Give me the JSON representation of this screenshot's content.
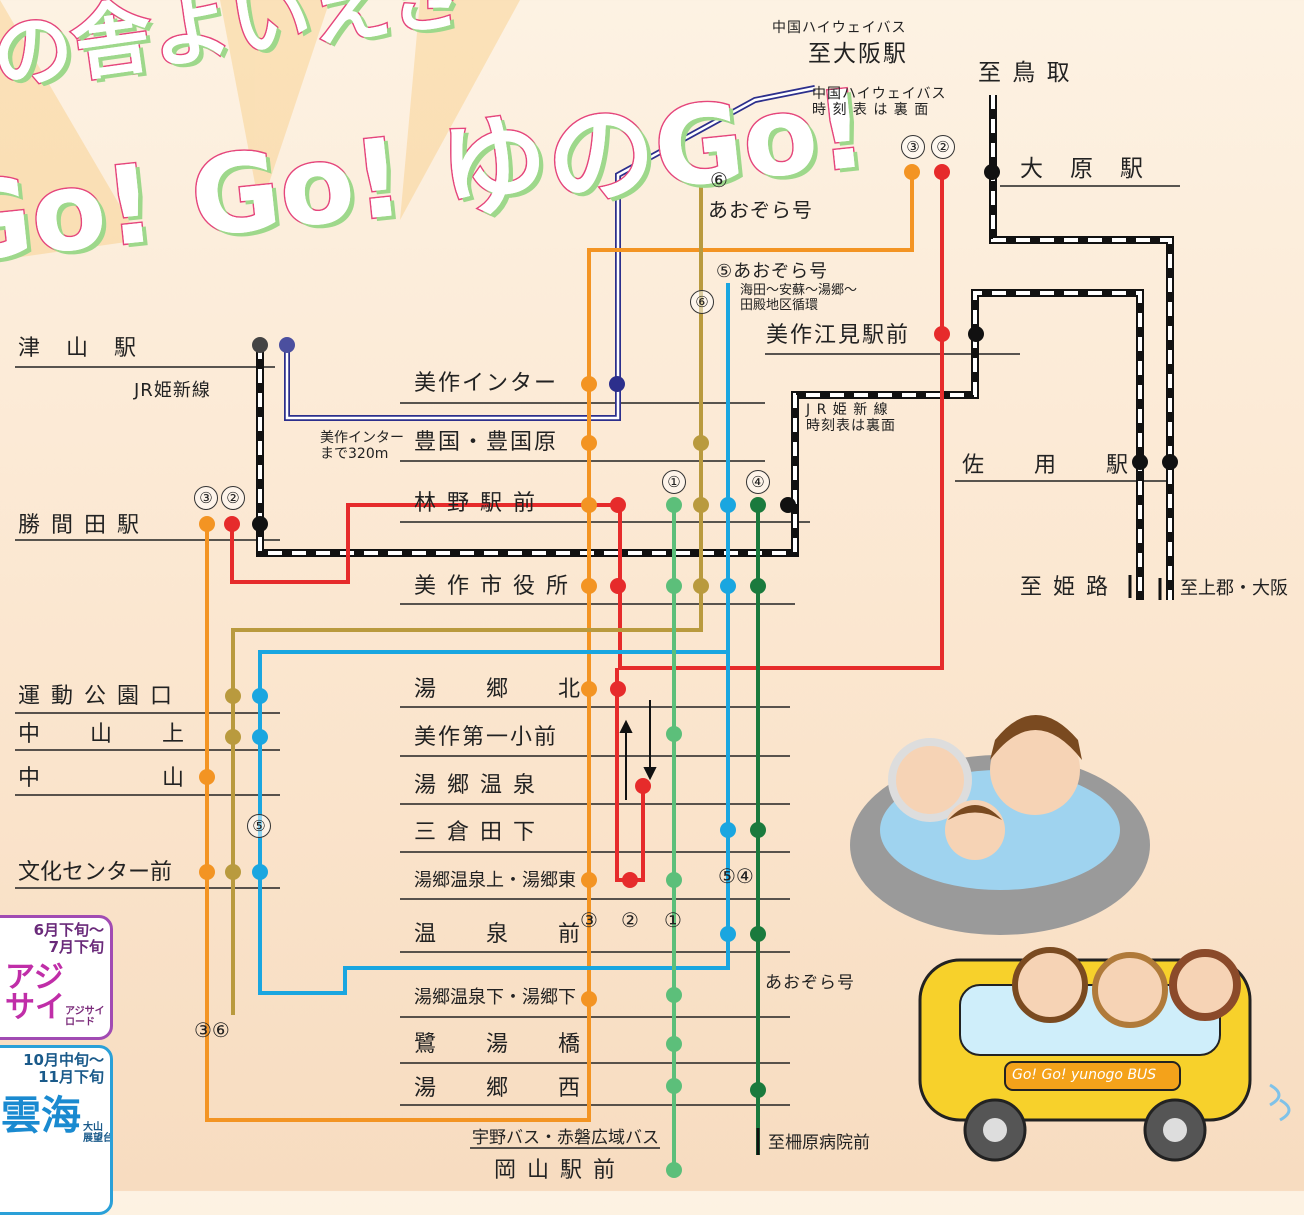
{
  "title": {
    "line1": "の舎よいえき",
    "line2": "Go! Go! ゆのGo!"
  },
  "top_right": {
    "highway_bus_small": "中国ハイウェイバス",
    "to_osaka_station": "至大阪駅",
    "highway_timetable": "中国ハイウェイバス\n時 刻 表 は 裏 面",
    "to_tottori": "至 鳥 取",
    "ohara_station": "大　原　駅"
  },
  "left_stations": {
    "tsuyama": "津　山　駅",
    "jr_kishin_line": "JR姫新線",
    "katsumada": "勝 間 田 駅",
    "undo_koen": "運 動 公 園 口",
    "nakayama_kami": "中　　山　　上",
    "nakayama": "中　　　　　山",
    "bunka_center": "文化センター前"
  },
  "center_stations": {
    "mimasaka_ic": "美作インター",
    "ic_note": "美作インター\nまで320m",
    "toyokuni": "豊国・豊国原",
    "hayashino": "林 野 駅 前",
    "city_hall": "美 作 市 役 所",
    "yunogo_kita": "湯　　郷　　北",
    "daiichi_sho": "美作第一小前",
    "yunogo_onsen": "湯 郷 温 泉",
    "mikurada": "三 倉 田 下",
    "onsen_kami": "湯郷温泉上・湯郷東",
    "onsen_mae": "温　　泉　　前",
    "onsen_shimo": "湯郷温泉下・湯郷下",
    "sagi_yu": "鷺　　湯　　橋",
    "yunogo_nishi": "湯　　郷　　西",
    "ube_bus": "宇野バス・赤磐広域バス",
    "okayama": "岡 山 駅 前"
  },
  "right_stations": {
    "emi": "美作江見駅前",
    "jr_timetable": "J R 姫 新 線\n時刻表は裏面",
    "sayo": "佐　　用　　駅",
    "to_himeji": "至 姫 路",
    "to_kamigori": "至上郡・大阪",
    "to_haibara": "至柵原病院前"
  },
  "route_labels": {
    "aozora_6_num": "⑥",
    "aozora_6": "あおぞら号",
    "aozora_5": "⑤あおぞら号",
    "aozora_5_desc": "海田〜安蘇〜湯郷〜\n田殿地区循環",
    "aozora_bottom": "あおぞら号",
    "r1": "①",
    "r2": "②",
    "r3": "③",
    "r4": "④",
    "r5": "⑤",
    "r6": "⑥",
    "r36": "③⑥",
    "r54": "⑤④"
  },
  "season": {
    "hydrangea_period": "6月下旬〜\n7月下旬",
    "hydrangea": "アジ\nサイ",
    "hydrangea_road": "アジサイ\nロード",
    "clouds_period": "10月中旬〜\n11月下旬",
    "clouds": "雲海",
    "clouds_spot": "大山\n展望台"
  },
  "bus_text": "Go! Go! yunogo BUS",
  "colors": {
    "route1": "#5cbf7a",
    "route2": "#e62b2b",
    "route3": "#f39423",
    "route4": "#1a7a3d",
    "route5": "#1aa6e0",
    "route6": "#b99a3e",
    "highway": "#2c2f8c",
    "jr": "#111111"
  }
}
